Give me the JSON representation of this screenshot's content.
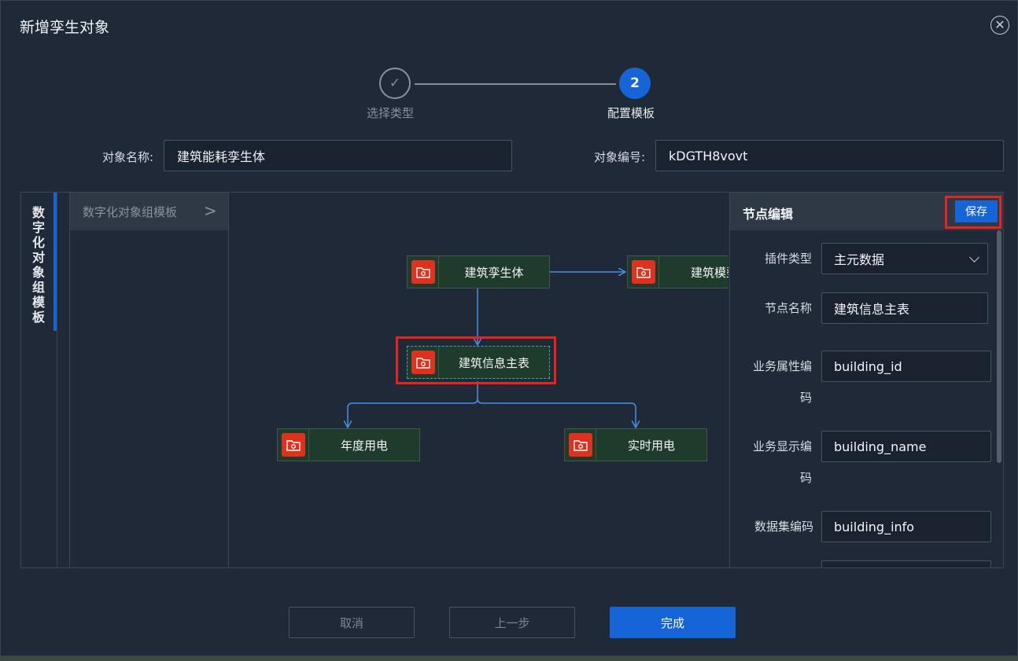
{
  "dialog": {
    "title": "新增孪生对象",
    "close_glyph": "✕"
  },
  "steps": [
    {
      "number": "✓",
      "label": "选择类型"
    },
    {
      "number": "2",
      "label": "配置模板"
    }
  ],
  "form": {
    "name_label": "对象名称:",
    "name_value": "建筑能耗孪生体",
    "code_label": "对象编号:",
    "code_value": "kDGTH8vovt"
  },
  "side_tab": {
    "label": "数字化对象组模板"
  },
  "template_panel": {
    "header": "数字化对象组模板",
    "chevron": ">"
  },
  "graph": {
    "nodes": [
      {
        "label": "建筑孪生体"
      },
      {
        "label": "建筑模型"
      },
      {
        "label": "建筑信息主表"
      },
      {
        "label": "年度用电"
      },
      {
        "label": "实时用电"
      }
    ]
  },
  "node_editor": {
    "title": "节点编辑",
    "save_label": "保存",
    "fields": [
      {
        "label": "插件类型",
        "value": "主元数据"
      },
      {
        "label": "节点名称",
        "value": "建筑信息主表"
      },
      {
        "label": "业务属性编码",
        "value": "building_id"
      },
      {
        "label": "业务显示编码",
        "value": "building_name"
      },
      {
        "label": "数据集编码",
        "value": "building_info"
      }
    ]
  },
  "footer": {
    "cancel_label": "取消",
    "prev_label": "上一步",
    "finish_label": "完成"
  },
  "colors": {
    "primary": "#1565d8",
    "highlight": "#e8231b",
    "node_bg": "#1f3b2b",
    "node_icon": "#e0311f",
    "connector": "#4a90e2"
  }
}
